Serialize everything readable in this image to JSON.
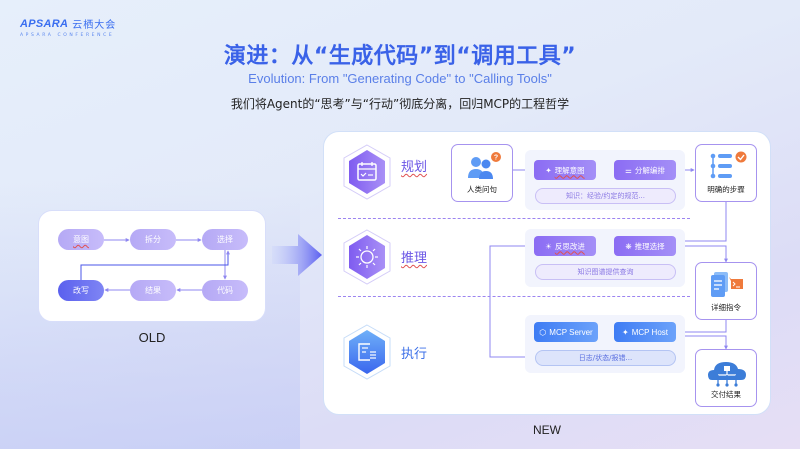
{
  "logo": {
    "brand": "APSARA",
    "cn": "云栖大会",
    "sub": "APSARA CONFERENCE"
  },
  "header": {
    "title": "演进：从“生成代码”到“调用工具”",
    "subtitle": "Evolution: From \"Generating Code\" to \"Calling Tools\"",
    "tagline": "我们将Agent的“思考”与“行动”彻底分离，回归MCP的工程哲学"
  },
  "old": {
    "label": "OLD",
    "nodes": [
      "意图",
      "拆分",
      "选择",
      "代码",
      "结果",
      "改写"
    ]
  },
  "new": {
    "label": "NEW",
    "stages": [
      {
        "label": "规划",
        "icon": "calendar-check-icon"
      },
      {
        "label": "推理",
        "icon": "brain-gear-icon"
      },
      {
        "label": "执行",
        "icon": "document-list-icon"
      }
    ],
    "planning": {
      "input_card": "人类问句",
      "steps": [
        "理解意图",
        "分解编排"
      ],
      "note": "知识：经验/约定的规范..."
    },
    "reasoning": {
      "steps": [
        "反思改进",
        "推理选择"
      ],
      "note": "知识图谱提供查询"
    },
    "execution": {
      "steps": [
        "MCP Server",
        "MCP Host"
      ],
      "note": "日志/状态/报错..."
    },
    "outputs": [
      "明确的步骤",
      "详细指令",
      "交付结果"
    ]
  },
  "colors": {
    "accent_blue": "#3a62e8",
    "accent_purple": "#8b6cf3",
    "badge_orange": "#ef7a3c"
  }
}
